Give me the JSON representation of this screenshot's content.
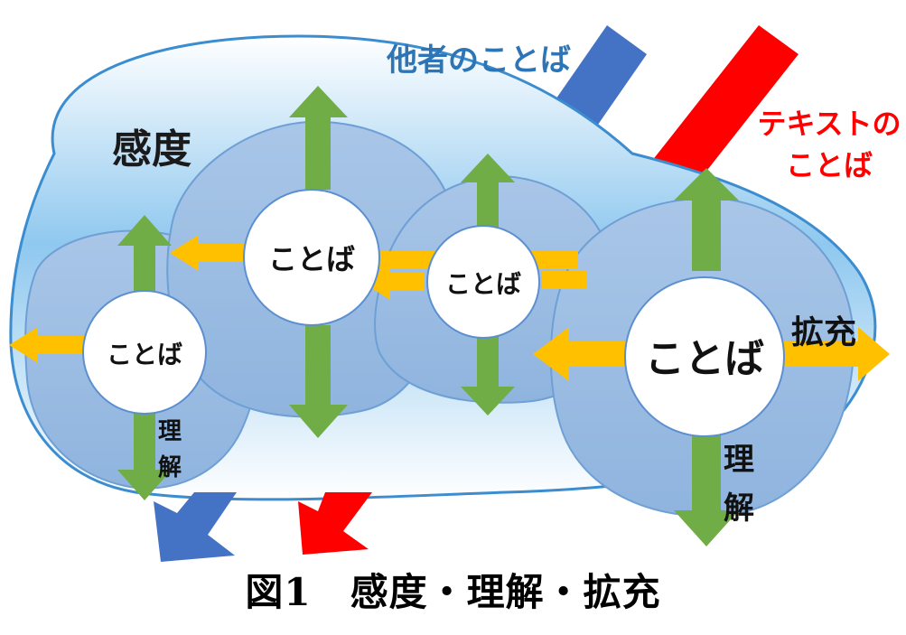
{
  "labels": {
    "other_words": "他者のことば",
    "text_words_line1": "テキストの",
    "text_words_line2": "ことば",
    "sensitivity": "感度",
    "word": "ことば",
    "expansion": "拡充",
    "understanding_1": "理",
    "understanding_2": "解"
  },
  "caption": "図1　感度・理解・拡充",
  "colors": {
    "blue_arrow": "#4472c4",
    "red_arrow": "#ff0000",
    "other_words_text": "#2e75b6",
    "text_words_text": "#ff0000",
    "green_arrow": "#70ad47",
    "orange_arrow": "#ffc000",
    "cloud_fill": "#9dc3e6",
    "circle_fill": "#ffffff"
  }
}
